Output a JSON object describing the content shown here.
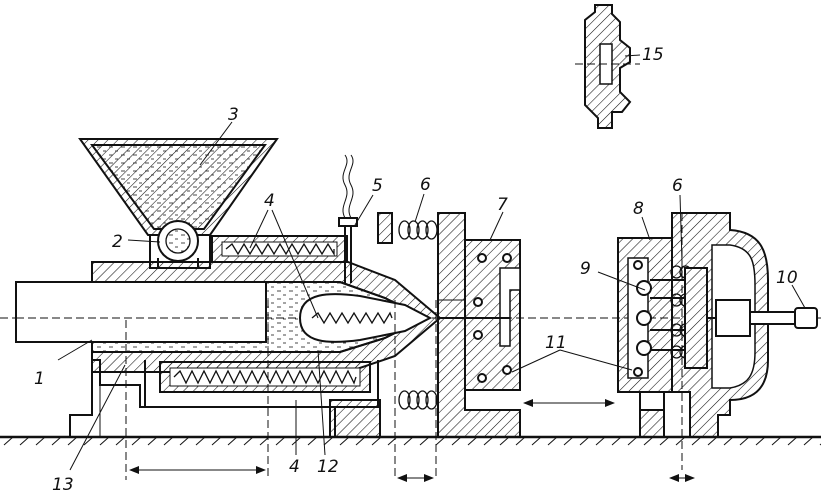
{
  "labels": {
    "l1": "1",
    "l2": "2",
    "l3": "3",
    "l4a": "4",
    "l4b": "4",
    "l5": "5",
    "l6a": "6",
    "l6b": "6",
    "l7": "7",
    "l8": "8",
    "l9": "9",
    "l10": "10",
    "l11": "11",
    "l12": "12",
    "l13": "13",
    "l15": "15"
  }
}
